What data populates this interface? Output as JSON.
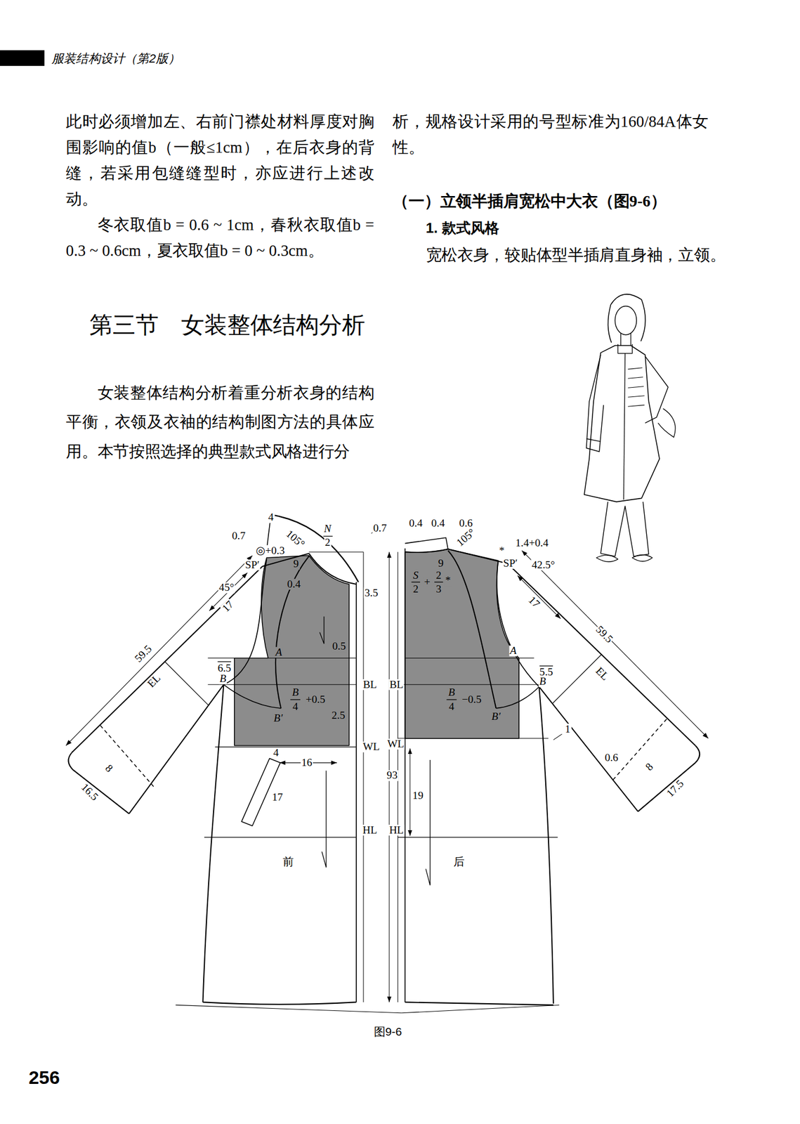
{
  "diagram": {
    "title": "第三节　女装整体结构分析",
    "caption": "图9-6",
    "labels": [
      "服装结构设计（第2版）",
      "此时必须增加左、右前门襟处材料厚度对胸围影响的值b（一般≤1cm），在后衣身的背缝，若采用包缝缝型时，亦应进行上述改动。",
      "冬衣取值b = 0.6 ~ 1cm，春秋衣取值b = 0.3 ~ 0.6cm，夏衣取值b = 0 ~ 0.3cm。",
      "女装整体结构分析着重分析衣身的结构平衡，衣领及衣袖的结构制图方法的具体应用。本节按照选择的典型款式风格进行分",
      "析，规格设计采用的号型标准为160/84A体女性。",
      "（一）立领半插肩宽松中大衣（图9-6）",
      "1. 款式风格",
      "宽松衣身，较贴体型半插肩直身袖，立领。",
      "4",
      "0.7",
      "105°",
      "N",
      "2",
      "◎+0.3",
      "SP′",
      "9",
      "45°",
      "0.4",
      "3.5",
      "17",
      "59.5",
      "0.5",
      "A",
      "6.5",
      "B",
      "EL",
      "B",
      "4",
      "+0.5",
      "B′",
      "BL",
      "2.5",
      "WL",
      "4",
      "16",
      "8",
      "16.5",
      "17",
      "HL",
      "前",
      "0.7",
      "0.4",
      "0.4",
      "0.6",
      "105°",
      "*",
      "1.4+0.4",
      "9",
      "SP′",
      "42.5°",
      "S",
      "2",
      "+",
      "2",
      "3",
      "*",
      "17",
      "59.5",
      "A",
      "5.5",
      "B",
      "EL",
      "BL",
      "B",
      "4",
      "−0.5",
      "B′",
      "1",
      "WL",
      "93",
      "19",
      "0.6",
      "8",
      "17.5",
      "HL",
      "后",
      "256"
    ]
  }
}
